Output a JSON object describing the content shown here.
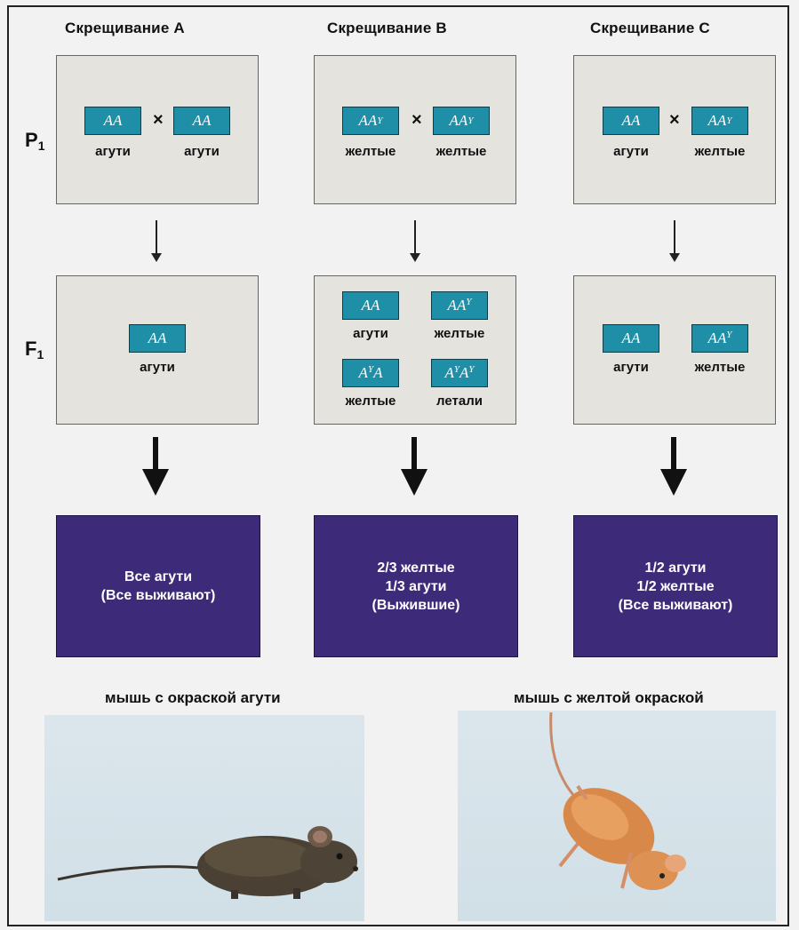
{
  "crosses": [
    {
      "title": "Скрещивание A",
      "p1": [
        {
          "genotype_base": "AA",
          "genotype_sup": "",
          "label": "агути"
        },
        {
          "genotype_base": "AA",
          "genotype_sup": "",
          "label": "агути"
        }
      ],
      "f1": [
        {
          "genotype": "AA",
          "label": "агути"
        }
      ],
      "result": [
        "Все агути",
        "(Все выживают)"
      ]
    },
    {
      "title": "Скрещивание B",
      "p1": [
        {
          "genotype_base": "AA",
          "genotype_sup": "Y",
          "label": "желтые"
        },
        {
          "genotype_base": "AA",
          "genotype_sup": "Y",
          "label": "желтые"
        }
      ],
      "f1": [
        {
          "genotype": "AA",
          "label": "агути"
        },
        {
          "genotype": "AA^Y",
          "label": "желтые"
        },
        {
          "genotype": "A^YA",
          "label": "желтые"
        },
        {
          "genotype": "A^YA^Y",
          "label": "летали"
        }
      ],
      "result": [
        "2/3 желтые",
        "1/3 агути",
        "(Выжившие)"
      ]
    },
    {
      "title": "Скрещивание C",
      "p1": [
        {
          "genotype_base": "AA",
          "genotype_sup": "",
          "label": "агути"
        },
        {
          "genotype_base": "AA",
          "genotype_sup": "Y",
          "label": "желтые"
        }
      ],
      "f1": [
        {
          "genotype": "AA",
          "label": "агути"
        },
        {
          "genotype": "AA^Y",
          "label": "желтые"
        }
      ],
      "result": [
        "1/2 агути",
        "1/2 желтые",
        "(Все выживают)"
      ]
    }
  ],
  "generations": {
    "p1": {
      "letter": "P",
      "sub": "1"
    },
    "f1": {
      "letter": "F",
      "sub": "1"
    }
  },
  "times_symbol": "×",
  "mouse_captions": {
    "agouti": "мышь с окраской агути",
    "yellow": "мышь с желтой окраской"
  },
  "colors": {
    "genotype_box": "#1e8fa6",
    "result_box": "#3d2b7a",
    "panel": "#e4e3dd"
  }
}
